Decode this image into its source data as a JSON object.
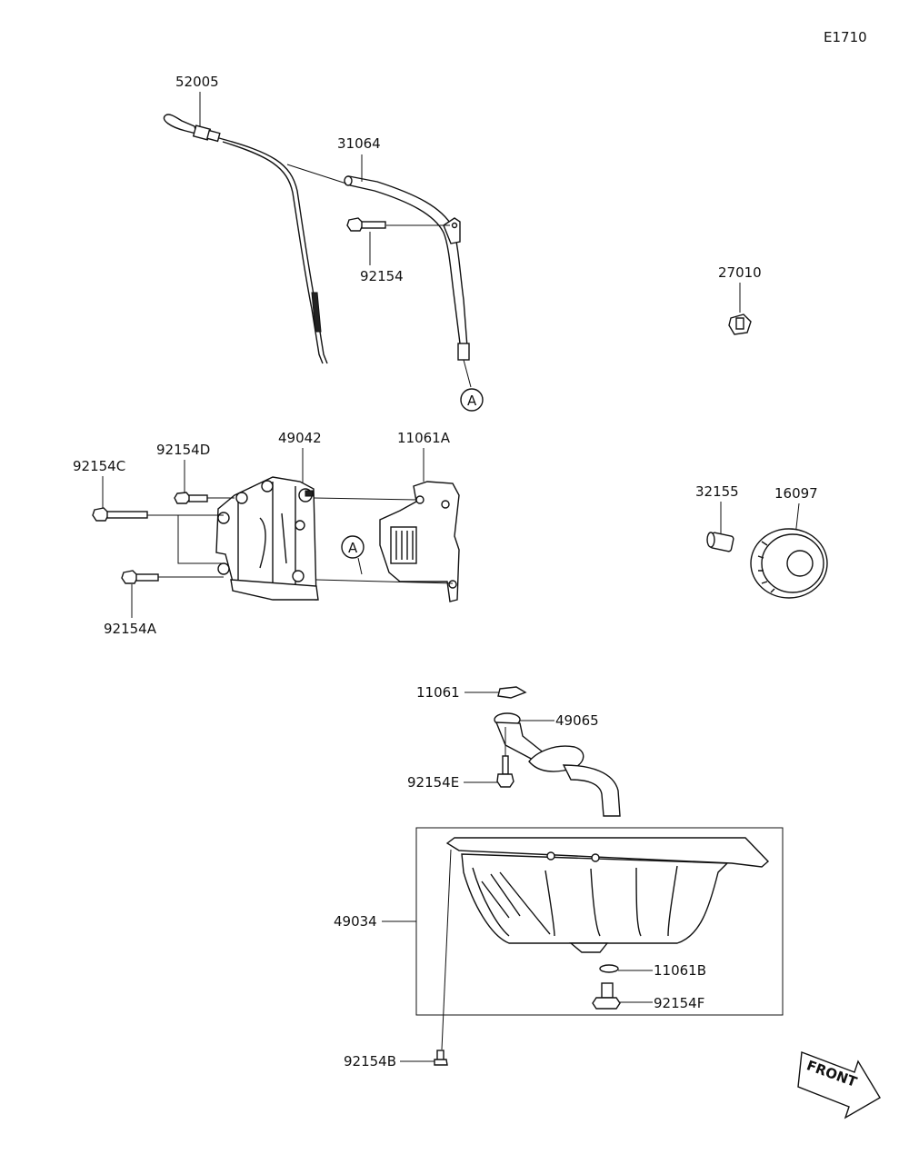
{
  "diagram_id": "E1710",
  "labels": {
    "l52005": "52005",
    "l31064": "31064",
    "l92154": "92154",
    "l27010": "27010",
    "l92154D": "92154D",
    "l92154C": "92154C",
    "l49042": "49042",
    "l11061A": "11061A",
    "l32155": "32155",
    "l16097": "16097",
    "l92154A": "92154A",
    "l11061": "11061",
    "l49065": "49065",
    "l92154E": "92154E",
    "l49034": "49034",
    "l11061B": "11061B",
    "l92154F": "92154F",
    "l92154B": "92154B"
  },
  "markers": {
    "ref_a": "A"
  },
  "front_sign": "FRONT"
}
